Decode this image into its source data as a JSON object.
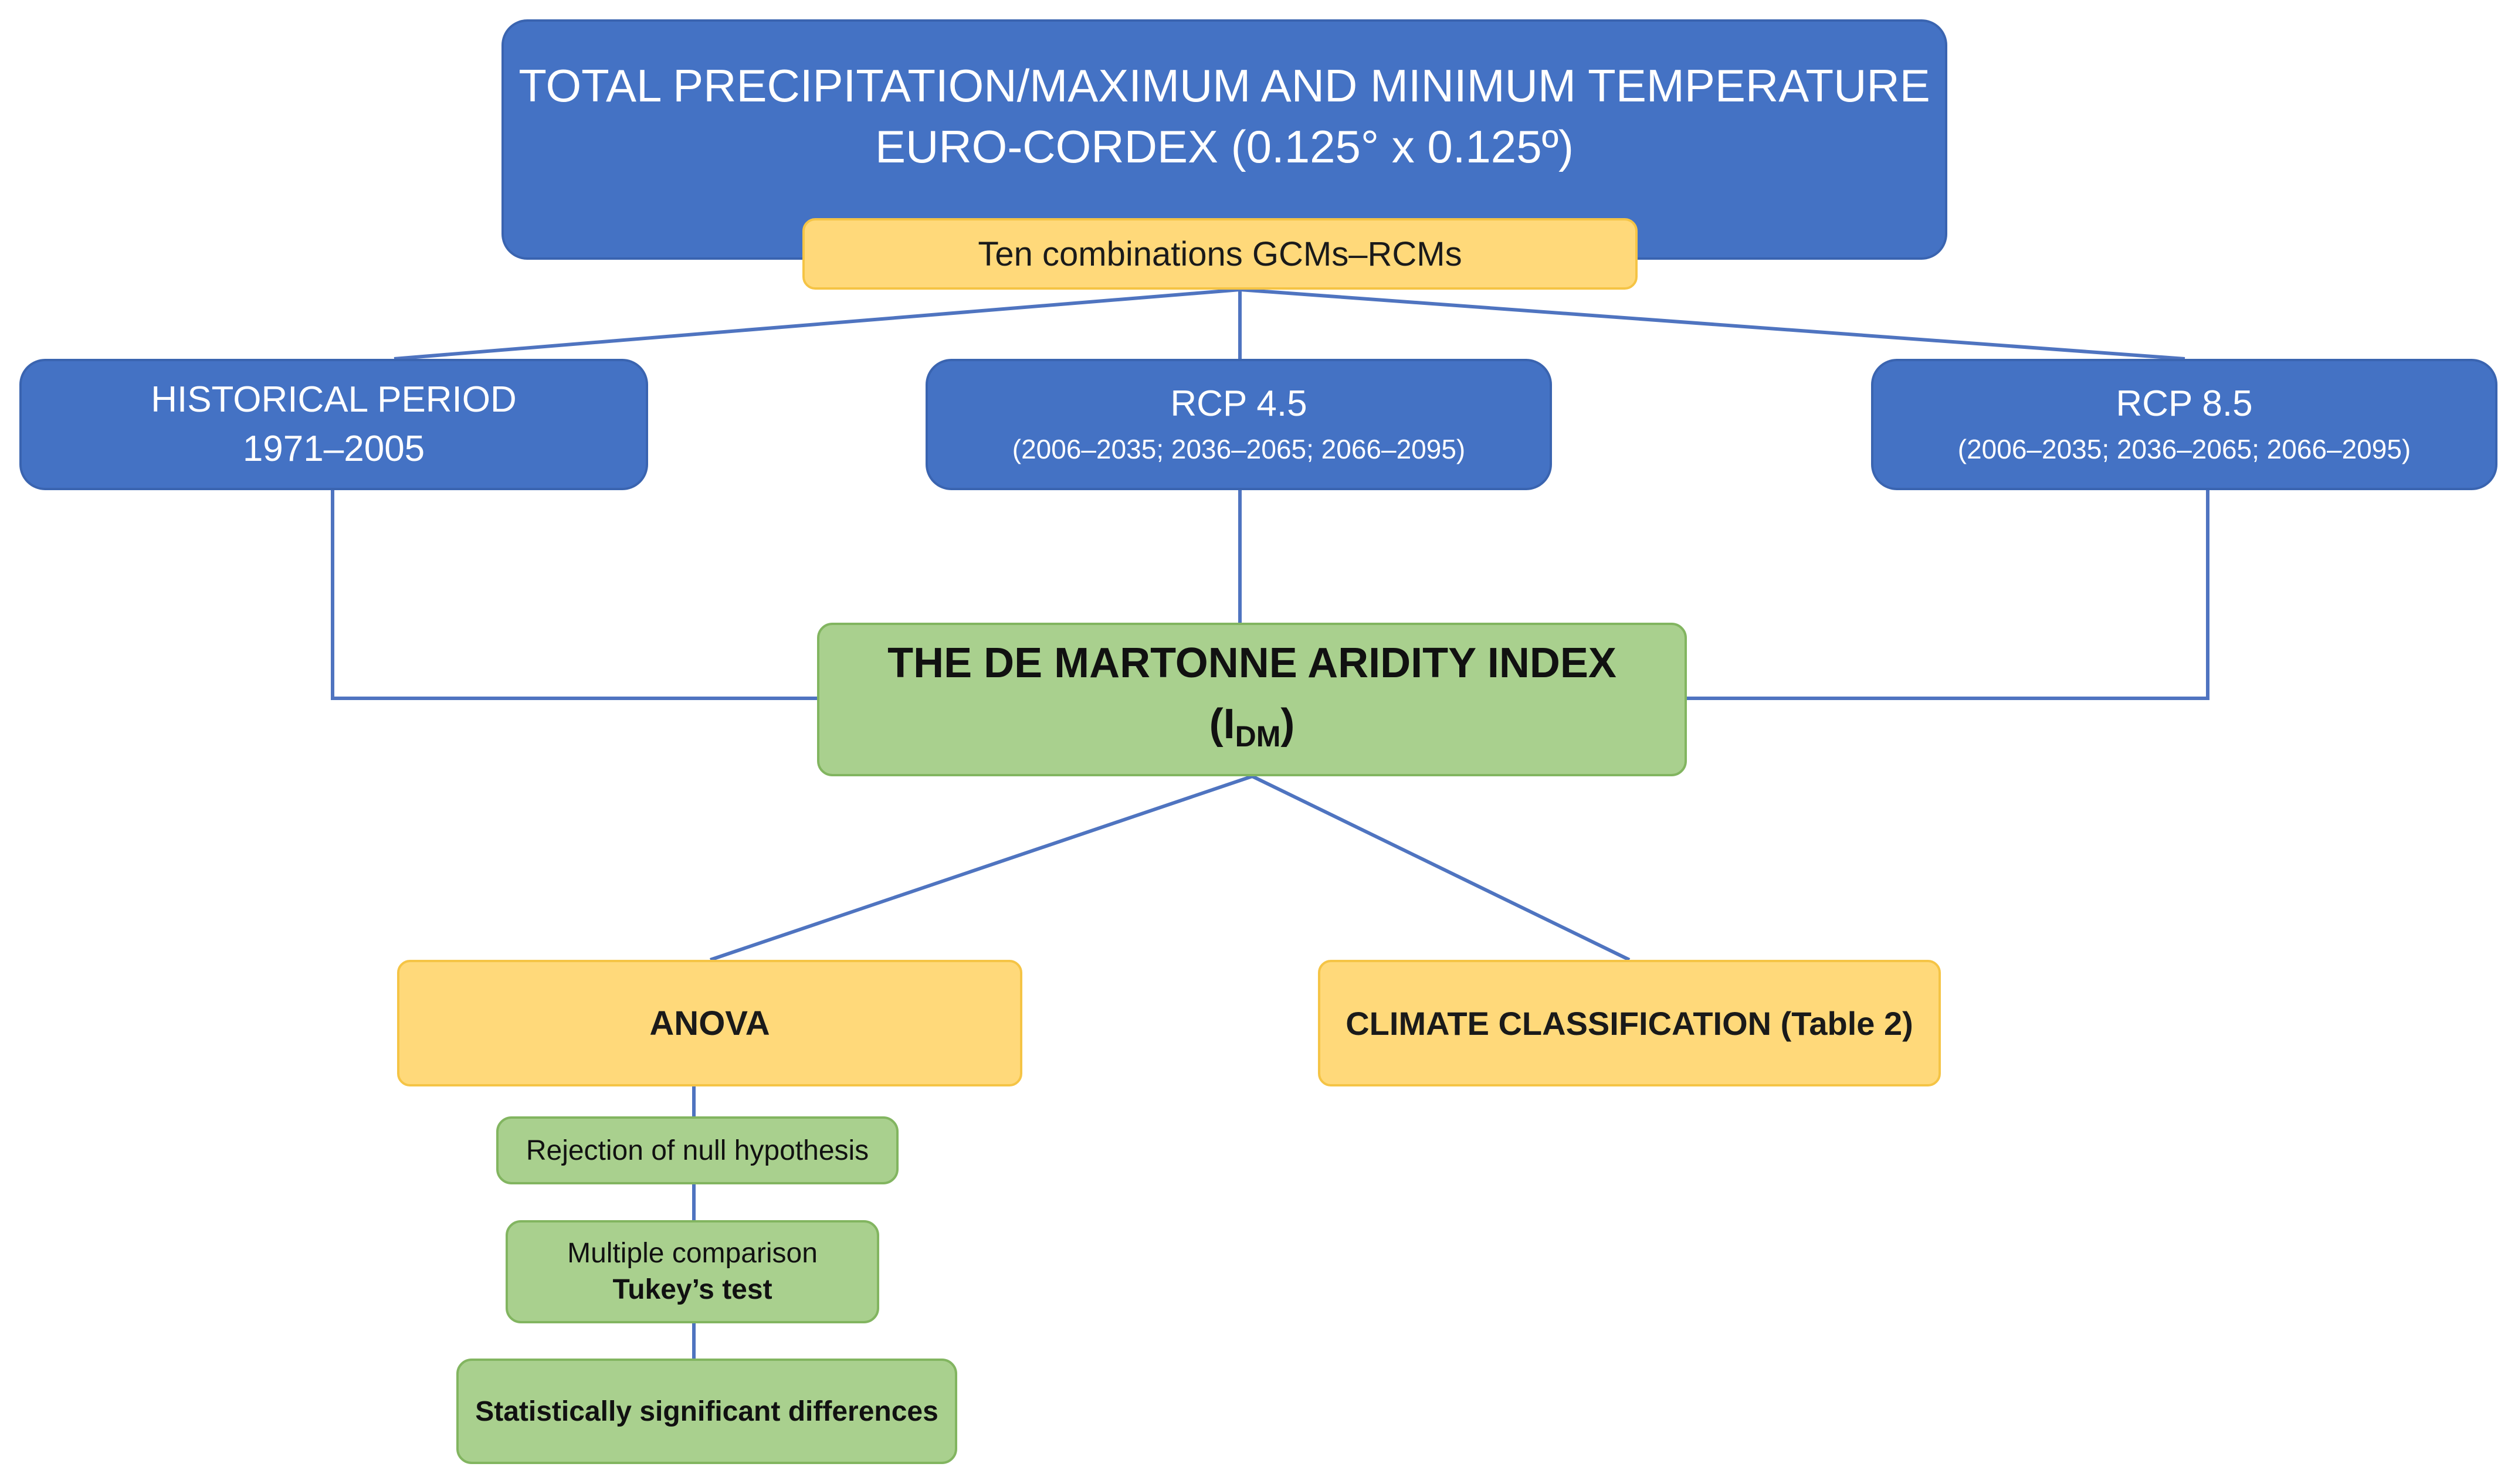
{
  "top": {
    "line1": "TOTAL PRECIPITATION/MAXIMUM AND MINIMUM TEMPERATURE",
    "line2": "EURO-CORDEX (0.125° x 0.125º)"
  },
  "combinations": "Ten combinations GCMs–RCMs",
  "historical": {
    "title": "HISTORICAL PERIOD",
    "years": "1971–2005"
  },
  "rcp45": {
    "title": "RCP 4.5",
    "periods": "(2006–2035;  2036–2065;  2066–2095)"
  },
  "rcp85": {
    "title": "RCP 8.5",
    "periods": "(2006–2035;  2036–2065;  2066–2095)"
  },
  "index": {
    "title": "THE DE MARTONNE ARIDITY INDEX",
    "open": "(I",
    "subscript": "DM",
    "close": ")"
  },
  "anova": "ANOVA",
  "climate": "CLIMATE CLASSIFICATION (Table 2)",
  "rejection": "Rejection of null hypothesis",
  "multiple": {
    "line1": "Multiple comparison",
    "line2": "Tukey’s test"
  },
  "significant": "Statistically significant differences",
  "colors": {
    "blue": "#4472c4",
    "gold": "#ffd97a",
    "green": "#a9d08e",
    "connector": "#4f74c0"
  }
}
